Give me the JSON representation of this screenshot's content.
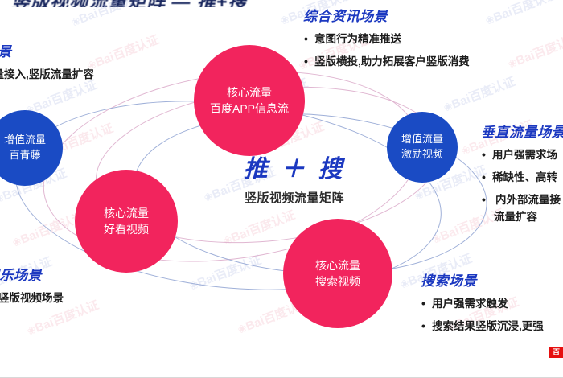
{
  "slide": {
    "cropped_top_text": "竖版视频流量矩阵 — 推+搜",
    "watermark_text": "Bai百度认证",
    "center": {
      "main": "推 ＋ 搜",
      "sub": "竖版视频流量矩阵"
    }
  },
  "bubbles": [
    {
      "id": "baidu-app-feed",
      "kind": "core",
      "color": "#f2245d",
      "line1": "核心流量",
      "line2": "百度APP信息流"
    },
    {
      "id": "haokan-video",
      "kind": "core",
      "color": "#f2245d",
      "line1": "核心流量",
      "line2": "好看视频"
    },
    {
      "id": "search-video",
      "kind": "core",
      "color": "#f2245d",
      "line1": "核心流量",
      "line2": "搜索视频"
    },
    {
      "id": "baiqingteng",
      "kind": "value-added",
      "color": "#1a4bc4",
      "line1": "增值流量",
      "line2": "百青藤"
    },
    {
      "id": "incentive-video",
      "kind": "value-added",
      "color": "#1a4bc4",
      "line1": "增值流量",
      "line2": "激励视频"
    }
  ],
  "scenes": {
    "top_left": {
      "title": "量场景",
      "items": [
        "流量接入,竖版流量扩容"
      ]
    },
    "top_right": {
      "title": "综合资讯场景",
      "items": [
        "意图行为精准推送",
        "竖版横投,助力拓展客户竖版消费"
      ]
    },
    "right": {
      "title": "垂直流量场景",
      "items": [
        "用户强需求场",
        "稀缺性、高转",
        "内外部流量接",
        "流量扩容"
      ]
    },
    "bottom_right": {
      "title": "搜索场景",
      "items": [
        "用户强需求触发",
        "搜索结果竖版沉浸,更强"
      ]
    },
    "bottom_left": {
      "title": "娱乐场景",
      "items": [
        "竖版视频场景"
      ]
    }
  },
  "logo_mark": {
    "label": "百"
  }
}
